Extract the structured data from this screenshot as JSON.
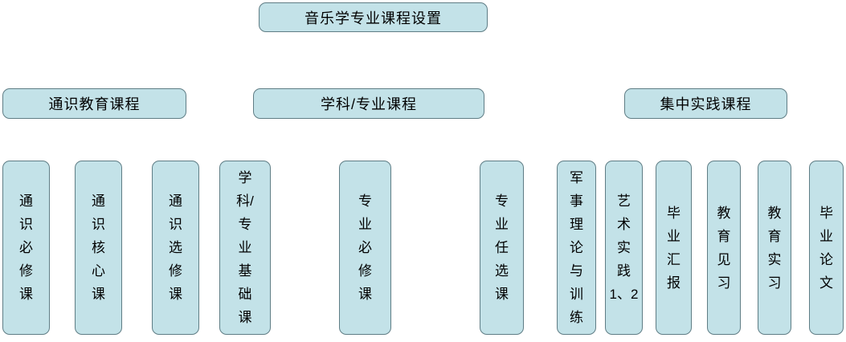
{
  "diagram": {
    "root": {
      "label": "音乐学专业课程设置"
    },
    "categories": [
      {
        "id": "general-education",
        "label": "通识教育课程"
      },
      {
        "id": "discipline-professional",
        "label": "学科/专业课程"
      },
      {
        "id": "concentrated-practice",
        "label": "集中实践课程"
      }
    ],
    "courses": [
      {
        "id": "general-required",
        "text": "通\n识\n必\n修\n课"
      },
      {
        "id": "general-core",
        "text": "通\n识\n核\n心\n课"
      },
      {
        "id": "general-elective",
        "text": "通\n识\n选\n修\n课"
      },
      {
        "id": "discipline-foundation",
        "text": "学\n科/\n专\n业\n基\n础\n课"
      },
      {
        "id": "professional-required",
        "text": "专\n业\n必\n修\n课"
      },
      {
        "id": "professional-elective",
        "text": "专\n业\n任\n选\n课"
      },
      {
        "id": "military-theory-training",
        "text": "军\n事\n理\n论\n与\n训\n练"
      },
      {
        "id": "art-practice-1-2",
        "text": "艺\n术\n实\n践\n1、2"
      },
      {
        "id": "graduation-report",
        "text": "毕\n业\n汇\n报"
      },
      {
        "id": "education-observation",
        "text": "教\n育\n见\n习"
      },
      {
        "id": "education-internship",
        "text": "教\n育\n实\n习"
      },
      {
        "id": "graduation-thesis",
        "text": "毕\n业\n论\n文"
      }
    ],
    "colors": {
      "box_fill": "#c3e2e8",
      "box_border": "#5f7d85",
      "text": "#000000",
      "background": "#ffffff"
    }
  }
}
